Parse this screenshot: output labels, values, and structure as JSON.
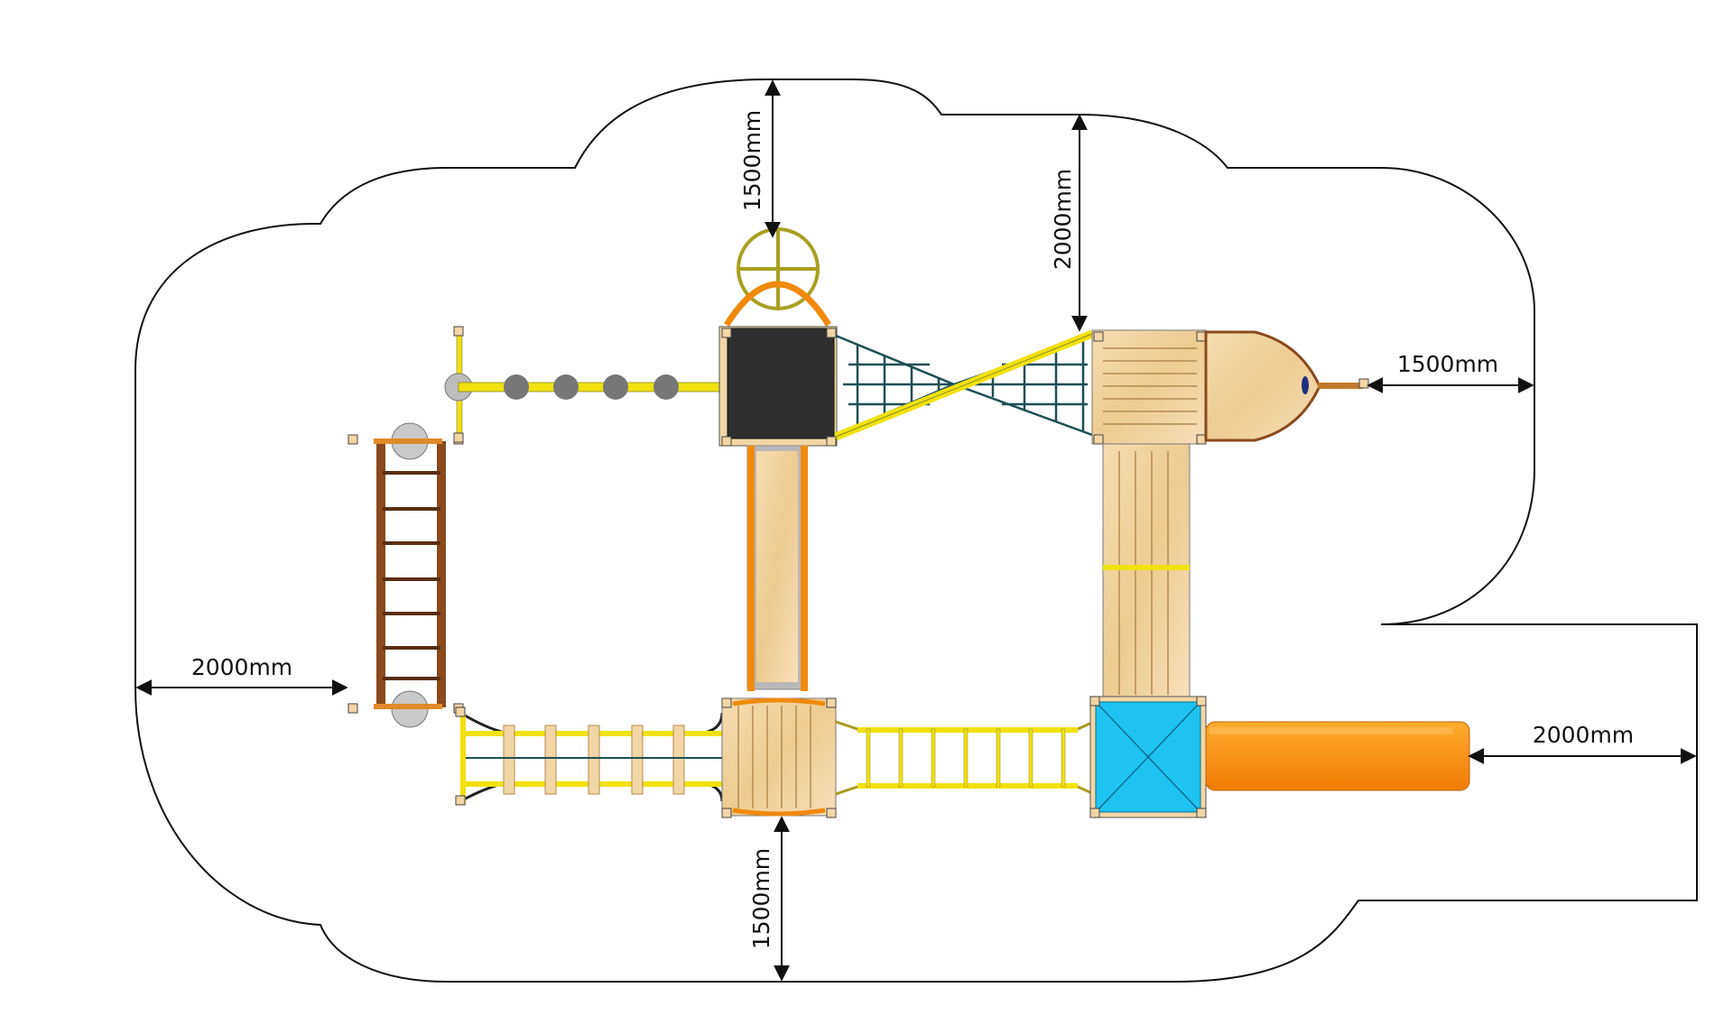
{
  "dimensions": {
    "top_tower_clearance": "1500mm",
    "top_deck_clearance": "2000mm",
    "right_clearance": "1500mm",
    "left_clearance": "2000mm",
    "slide_clearance": "2000mm",
    "bottom_clearance": "1500mm"
  },
  "colors": {
    "boundary": "#111111",
    "wood_light": "#f3d6a5",
    "wood_dark": "#8b4a1c",
    "yellow_rail": "#f2e10f",
    "orange": "#f08a0c",
    "blue_roof": "#1fc3f0",
    "dark_roof": "#2f2f2f",
    "net": "#1f4f55",
    "grey_step": "#7d7d7d"
  }
}
